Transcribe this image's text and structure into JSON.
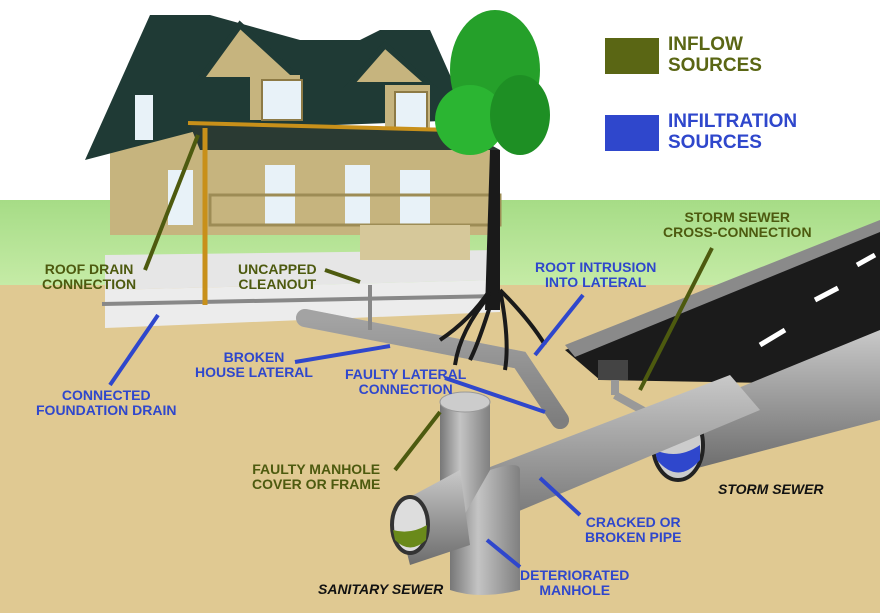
{
  "legend": {
    "inflow": {
      "line1": "INFLOW",
      "line2": "SOURCES",
      "color": "#5a6614"
    },
    "infiltration": {
      "line1": "INFILTRATION",
      "line2": "SOURCES",
      "color": "#2f47cc"
    }
  },
  "labels": {
    "roof_drain": {
      "line1": "ROOF DRAIN",
      "line2": "CONNECTION"
    },
    "uncapped_cleanout": {
      "line1": "UNCAPPED",
      "line2": "CLEANOUT"
    },
    "root_intrusion": {
      "line1": "ROOT INTRUSION",
      "line2": "INTO LATERAL"
    },
    "storm_cross": {
      "line1": "STORM SEWER",
      "line2": "CROSS-CONNECTION"
    },
    "broken_lateral": {
      "line1": "BROKEN",
      "line2": "HOUSE LATERAL"
    },
    "foundation_drain": {
      "line1": "CONNECTED",
      "line2": "FOUNDATION DRAIN"
    },
    "faulty_lateral": {
      "line1": "FAULTY LATERAL",
      "line2": "CONNECTION"
    },
    "faulty_manhole": {
      "line1": "FAULTY MANHOLE",
      "line2": "COVER OR FRAME"
    },
    "cracked_pipe": {
      "line1": "CRACKED OR",
      "line2": "BROKEN PIPE"
    },
    "deteriorated_manhole": {
      "line1": "DETERIORATED",
      "line2": "MANHOLE"
    },
    "storm_sewer": "STORM SEWER",
    "sanitary_sewer": "SANITARY SEWER"
  }
}
